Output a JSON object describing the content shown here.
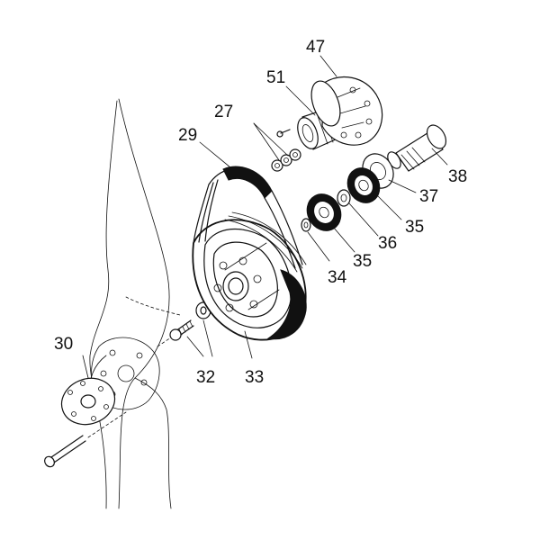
{
  "figure": {
    "background_color": "#ffffff",
    "line_color": "#111111"
  },
  "callouts": {
    "c47": "47",
    "c51": "51",
    "c27": "27",
    "c29": "29",
    "c38": "38",
    "c37": "37",
    "c35a": "35",
    "c36": "36",
    "c35b": "35",
    "c34": "34",
    "c30": "30",
    "c32": "32",
    "c33": "33"
  }
}
